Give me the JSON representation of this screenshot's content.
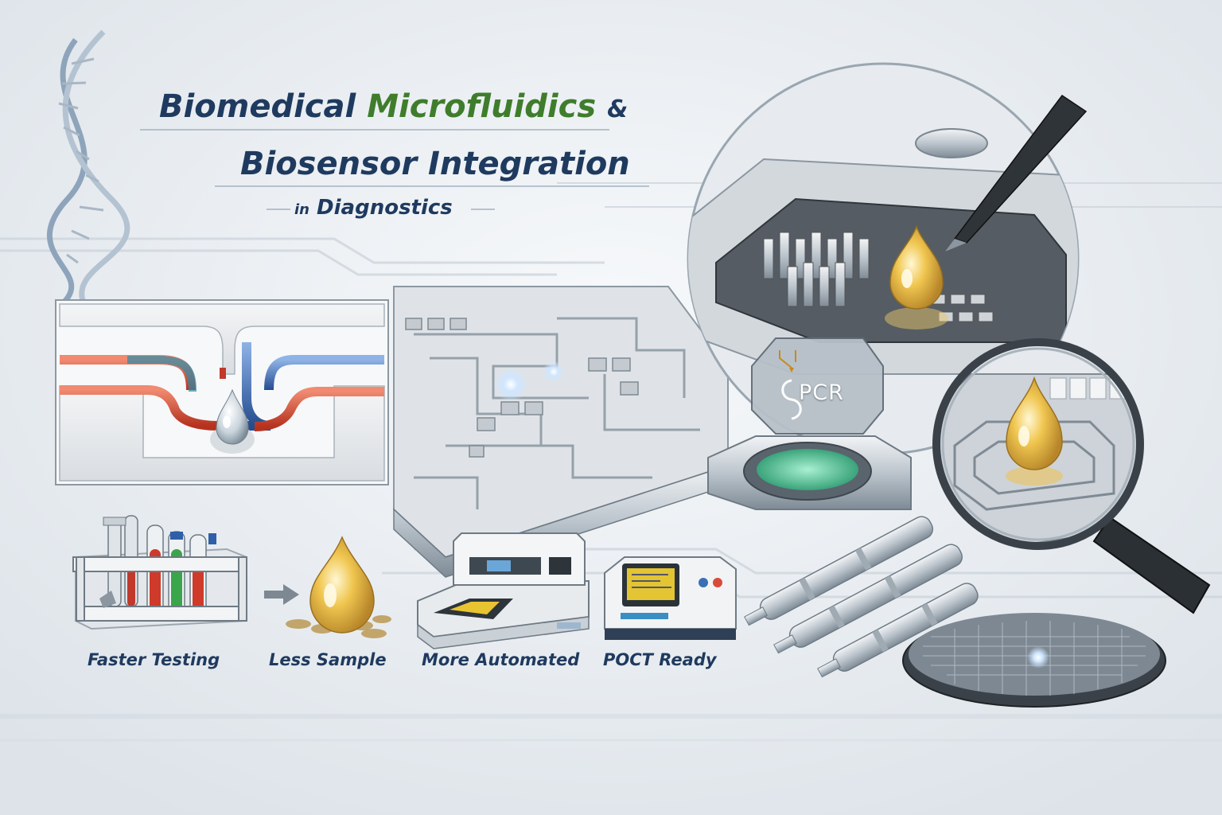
{
  "title": {
    "line1_main": "Biomedical",
    "line1_accent": "Microfluidics",
    "line1_amp": "&",
    "line2": "Biosensor Integration",
    "line3_prefix": "in",
    "line3_main": "Diagnostics"
  },
  "chip_label": "PCR",
  "benefits": [
    "Faster Testing",
    "Less Sample",
    "More Automated",
    "POCT Ready"
  ],
  "colors": {
    "title_navy": "#1f3a5f",
    "title_green": "#3f7d2c",
    "droplet_gold": "#e8b53a",
    "channel_red": "#d9472f",
    "channel_blue": "#2f5fa8"
  }
}
